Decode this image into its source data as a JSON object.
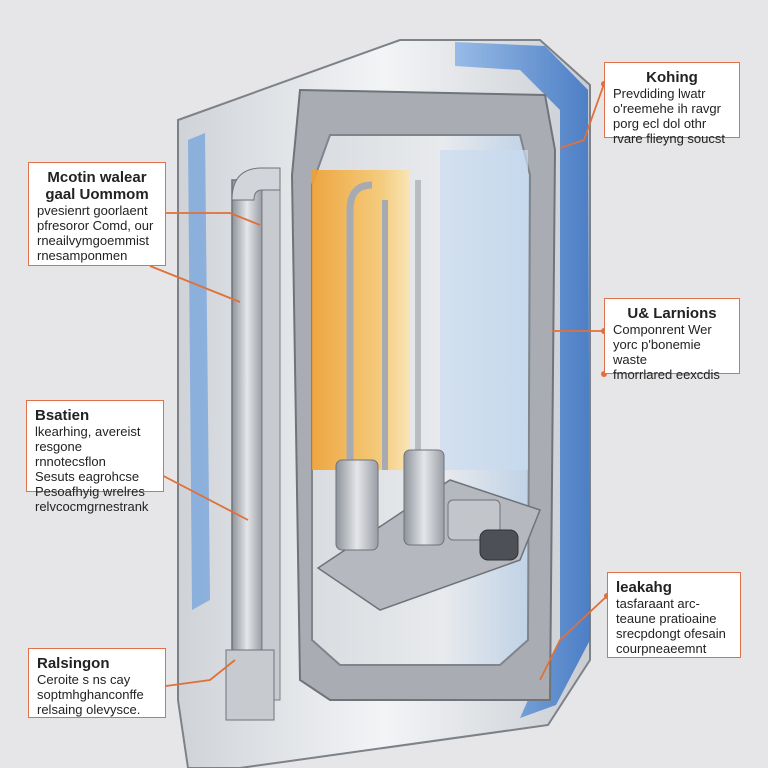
{
  "colors": {
    "background": "#e6e6e8",
    "callout_border": "#e0704a",
    "leader_line": "#e0703a",
    "insulation": "#5a8fd0",
    "heating_glow": "#f0b040",
    "metal": "#b8bcc2"
  },
  "callouts": [
    {
      "id": "top-right",
      "title": "Kohing",
      "lines": [
        "Prevdiding lwatr",
        "o'reemehe ih ravgr",
        "porg ecl dol othr",
        "rvare flieyng soucst"
      ]
    },
    {
      "id": "top-left",
      "title": "Mcotin walear",
      "lines": [
        "gaal Uommom",
        "pvesienrt goorlaent",
        "pfresoror Comd, our",
        "rneailvymgoemmist",
        "rnesamponmen"
      ]
    },
    {
      "id": "mid-right",
      "title": "U& Larnions",
      "lines": [
        "Componrent Wer",
        "yorc p'bonemie waste",
        "fmorrlared eexcdis"
      ]
    },
    {
      "id": "mid-left",
      "title": "Bsatien",
      "lines": [
        "lkearhing, avereist",
        "resgone rnnotecsflon",
        "Sesuts  eagrohcse",
        "Pesoafhyig wrelres",
        "relvcocmgrnestrank"
      ]
    },
    {
      "id": "bottom-right",
      "title": "leakahg",
      "lines": [
        "tasfaraant arc-",
        "teaune pratioaine",
        "srecpdongt ofesain",
        "courpneaeemnt"
      ]
    },
    {
      "id": "bottom-left",
      "title": "Ralsingon",
      "lines": [
        "Ceroite s ns cay",
        "soptmhghanconffe",
        "relsaing olevysce."
      ]
    }
  ]
}
